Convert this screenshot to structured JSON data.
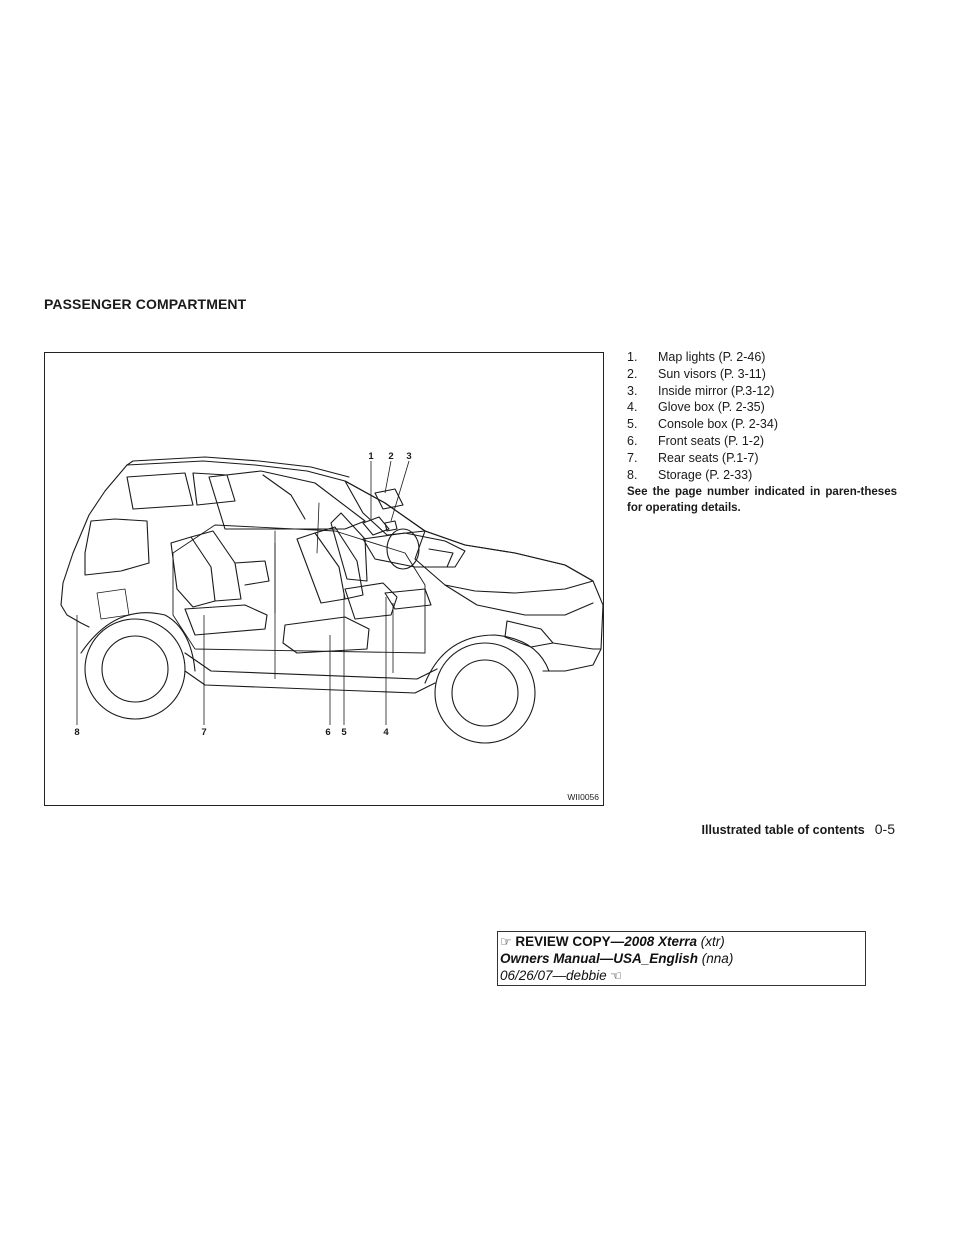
{
  "section_title": "PASSENGER COMPARTMENT",
  "figure": {
    "code": "WII0056",
    "callouts": [
      "1",
      "2",
      "3",
      "4",
      "5",
      "6",
      "7",
      "8"
    ]
  },
  "legend": [
    {
      "num": "1.",
      "text": "Map lights (P. 2-46)"
    },
    {
      "num": "2.",
      "text": "Sun visors (P. 3-11)"
    },
    {
      "num": "3.",
      "text": "Inside mirror (P.3-12)"
    },
    {
      "num": "4.",
      "text": "Glove box (P. 2-35)"
    },
    {
      "num": "5.",
      "text": "Console box (P. 2-34)"
    },
    {
      "num": "6.",
      "text": "Front seats (P. 1-2)"
    },
    {
      "num": "7.",
      "text": "Rear seats (P.1-7)"
    },
    {
      "num": "8.",
      "text": "Storage (P. 2-33)"
    }
  ],
  "note": "See the page number indicated in paren-theses for operating details.",
  "footer": {
    "label": "Illustrated table of contents",
    "page": "0-5"
  },
  "review": {
    "left_hand": "☞",
    "line1_bold": "REVIEW COPY—",
    "line1_bold_italic": "2008 Xterra",
    "line1_italic": " (xtr)",
    "line2_bold_italic": "Owners Manual—USA_English",
    "line2_italic": " (nna)",
    "line3_italic": "06/26/07—debbie",
    "right_hand": "☜"
  }
}
